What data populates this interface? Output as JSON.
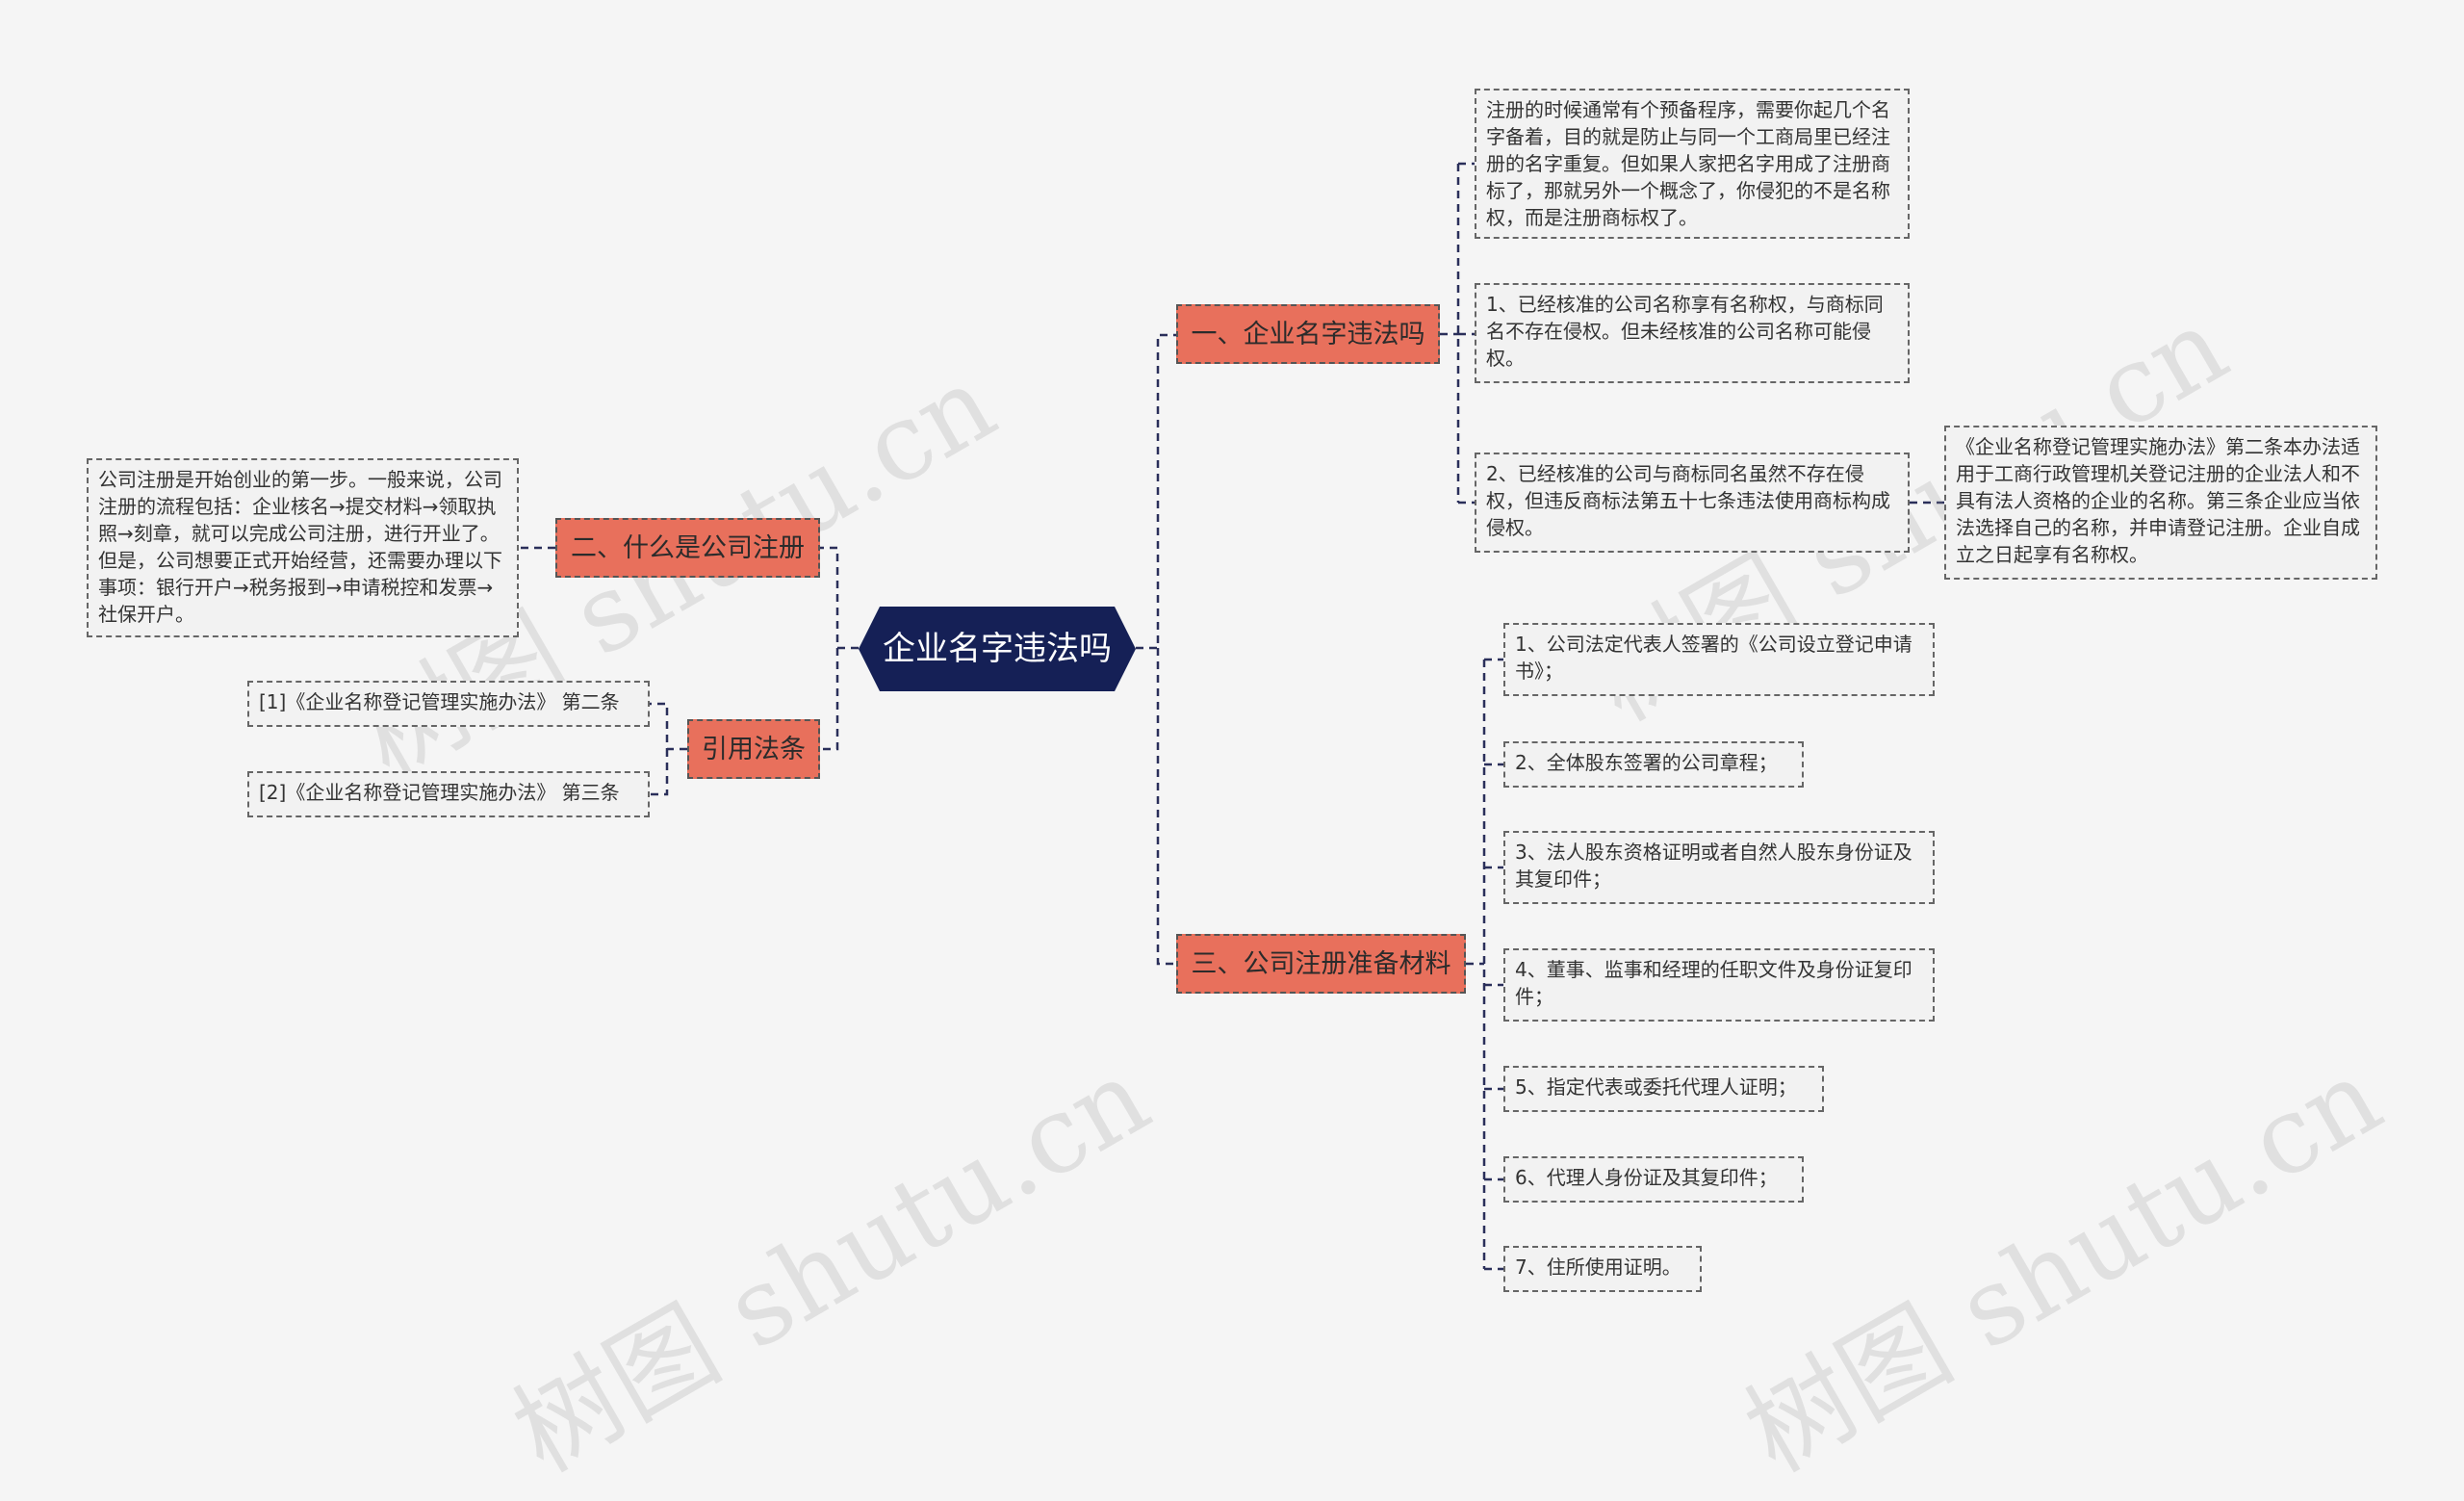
{
  "root": {
    "label": "企业名字违法吗"
  },
  "branches": {
    "b1": {
      "label": "一、企业名字违法吗"
    },
    "b2": {
      "label": "二、什么是公司注册"
    },
    "b3": {
      "label": "引用法条"
    },
    "b4": {
      "label": "三、公司注册准备材料"
    }
  },
  "leaves": {
    "l1": "注册的时候通常有个预备程序，需要你起几个名字备着，目的就是防止与同一个工商局里已经注册的名字重复。但如果人家把名字用成了注册商标了，那就另外一个概念了，你侵犯的不是名称权，而是注册商标权了。",
    "l2": "1、已经核准的公司名称享有名称权，与商标同名不存在侵权。但未经核准的公司名称可能侵权。",
    "l3": "2、已经核准的公司与商标同名虽然不存在侵权，但违反商标法第五十七条违法使用商标构成侵权。",
    "l4": "《企业名称登记管理实施办法》第二条本办法适用于工商行政管理机关登记注册的企业法人和不具有法人资格的企业的名称。第三条企业应当依法选择自己的名称，并申请登记注册。企业自成立之日起享有名称权。",
    "l5": "公司注册是开始创业的第一步。一般来说，公司注册的流程包括：企业核名→提交材料→领取执照→刻章，就可以完成公司注册，进行开业了。但是，公司想要正式开始经营，还需要办理以下事项：银行开户→税务报到→申请税控和发票→社保开户。",
    "l6": "[1]《企业名称登记管理实施办法》 第二条",
    "l7": "[2]《企业名称登记管理实施办法》 第三条",
    "m1": "1、公司法定代表人签署的《公司设立登记申请书》；",
    "m2": "2、全体股东签署的公司章程；",
    "m3": "3、法人股东资格证明或者自然人股东身份证及其复印件；",
    "m4": "4、董事、监事和经理的任职文件及身份证复印件；",
    "m5": "5、指定代表或委托代理人证明；",
    "m6": "6、代理人身份证及其复印件；",
    "m7": "7、住所使用证明。"
  },
  "watermark": "树图 shutu.cn",
  "colors": {
    "root": "#152056",
    "branch": "#e8705c",
    "line": "#2a2f5a",
    "background": "#f5f5f5"
  }
}
